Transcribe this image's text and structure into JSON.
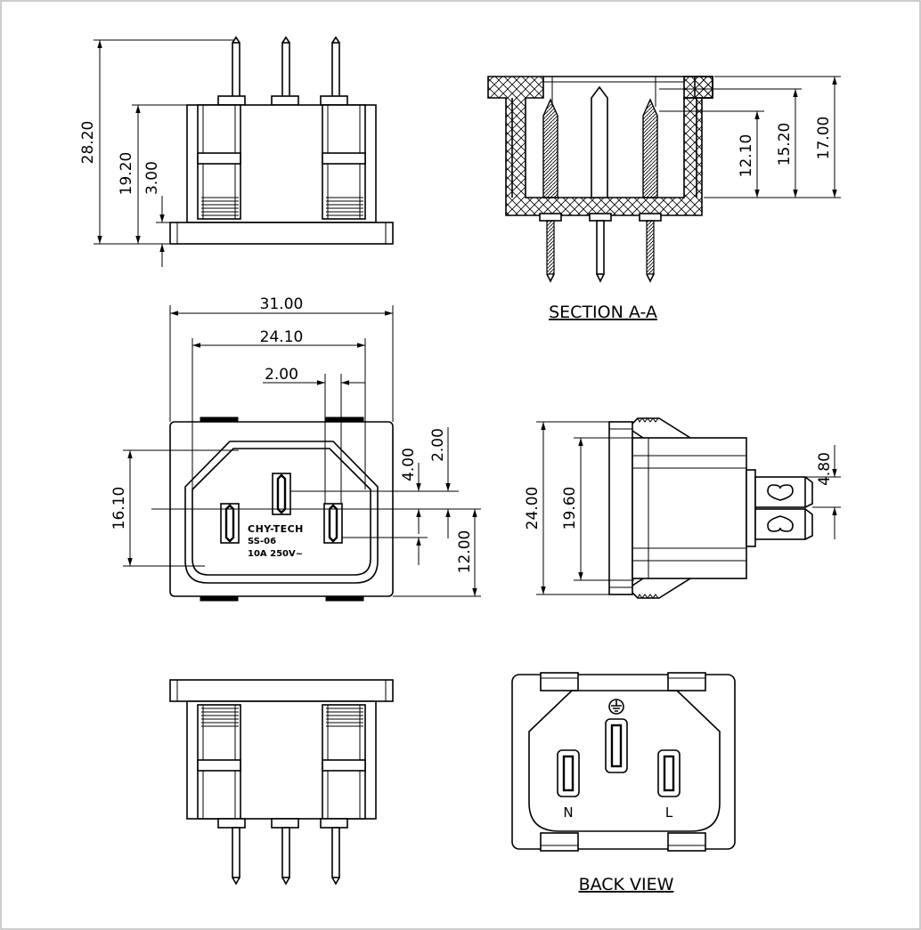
{
  "diagram": {
    "section_title": "SECTION A-A",
    "back_title": "BACK VIEW",
    "dims": {
      "top_height_total": "28.20",
      "top_height_body": "19.20",
      "top_flange": "3.00",
      "sec_12_10": "12.10",
      "sec_15_20": "15.20",
      "sec_17_00": "17.00",
      "front_width": "31.00",
      "front_inner_width": "24.10",
      "front_pin_width": "2.00",
      "front_opening_height": "16.10",
      "front_4_00": "4.00",
      "front_2_00": "2.00",
      "front_12_00": "12.00",
      "side_24_00": "24.00",
      "side_19_60": "19.60",
      "side_4_80": "4.80"
    },
    "marking": {
      "brand": "CHY-TECH",
      "model": "SS-06",
      "rating": "10A 250V~"
    },
    "back_labels": {
      "neutral": "N",
      "live": "L"
    },
    "icons": [
      "ground-symbol-icon",
      "arrowhead-icon",
      "crosshatch-pattern"
    ]
  }
}
